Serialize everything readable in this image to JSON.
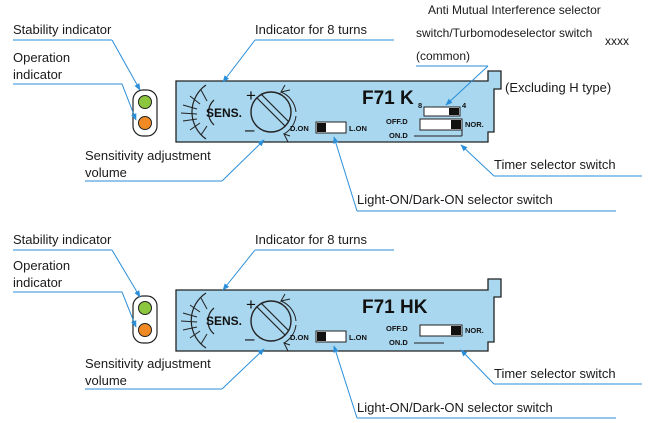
{
  "diagram1": {
    "model": "F71 K",
    "sens_label": "SENS.",
    "plus_sign": "+",
    "minus_sign": "–",
    "label_d_on": "D.ON",
    "label_l_on": "L.ON",
    "label_8": "8",
    "label_4": "4",
    "label_off_d": "OFF.D",
    "label_on_d": "ON.D",
    "label_nor": "NOR.",
    "callouts": {
      "stability": "Stability indicator",
      "operation_1": "Operation",
      "operation_2": "indicator",
      "turns": "Indicator for 8 turns",
      "anti_1": "Anti Mutual Interference selector",
      "anti_2": "switch/Turbomodeselector switch",
      "anti_3": "(common)",
      "xxxx": "xxxx",
      "excluding": "(Excluding H type)",
      "sens_1": "Sensitivity adjustment",
      "sens_2": "volume",
      "timer": "Timer selector switch",
      "light_dark": "Light-ON/Dark-ON selector switch"
    },
    "colors": {
      "stability_led": "#8cc63f",
      "operation_led": "#f08a24"
    }
  },
  "diagram2": {
    "model": "F71 HK",
    "sens_label": "SENS.",
    "plus_sign": "+",
    "minus_sign": "–",
    "label_d_on": "D.ON",
    "label_l_on": "L.ON",
    "label_off_d": "OFF.D",
    "label_on_d": "ON.D",
    "label_nor": "NOR.",
    "callouts": {
      "stability": "Stability indicator",
      "operation_1": "Operation",
      "operation_2": "indicator",
      "turns": "Indicator for 8 turns",
      "sens_1": "Sensitivity adjustment",
      "sens_2": "volume",
      "timer": "Timer selector switch",
      "light_dark": "Light-ON/Dark-ON selector switch"
    },
    "colors": {
      "stability_led": "#8cc63f",
      "operation_led": "#f08a24"
    }
  },
  "colors": {
    "panel": "#a9d7ef",
    "leader": "#2a8ed8"
  }
}
